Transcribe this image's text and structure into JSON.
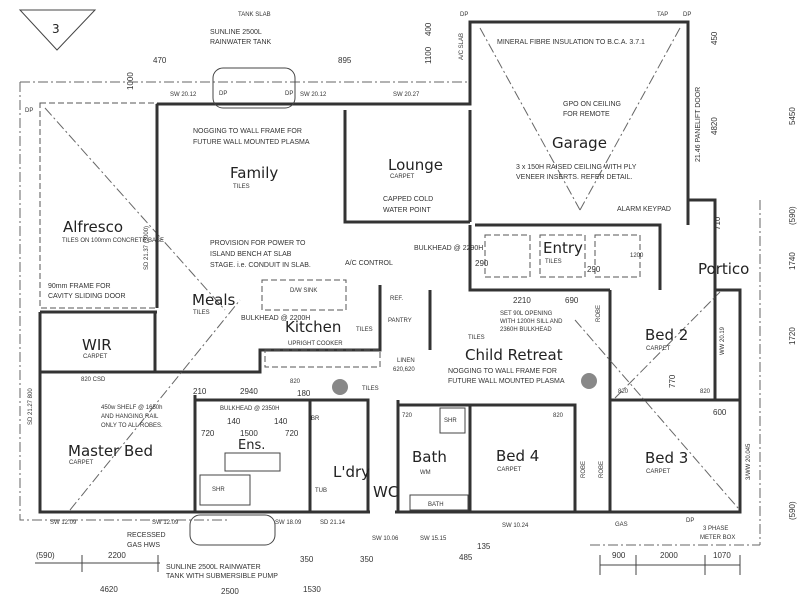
{
  "plan": {
    "section_marker": "3",
    "rooms": {
      "family": {
        "name": "Family",
        "finish": "TILES"
      },
      "lounge": {
        "name": "Lounge",
        "finish": "CARPET"
      },
      "garage": {
        "name": "Garage"
      },
      "alfresco": {
        "name": "Alfresco",
        "finish": "TILES ON 100mm CONCRETE BASE"
      },
      "entry": {
        "name": "Entry",
        "finish": "TILES"
      },
      "portico": {
        "name": "Portico"
      },
      "meals": {
        "name": "Meals",
        "finish": "TILES"
      },
      "kitchen": {
        "name": "Kitchen",
        "finish": "TILES"
      },
      "wir": {
        "name": "WIR",
        "finish": "CARPET"
      },
      "master_bed": {
        "name": "Master Bed",
        "finish": "CARPET"
      },
      "ensuite": {
        "name": "Ens."
      },
      "laundry": {
        "name": "L'dry"
      },
      "wc": {
        "name": "WC"
      },
      "bath": {
        "name": "Bath"
      },
      "child_retreat": {
        "name": "Child Retreat",
        "finish": "TILES"
      },
      "bed2": {
        "name": "Bed 2",
        "finish": "CARPET"
      },
      "bed3": {
        "name": "Bed 3",
        "finish": "CARPET"
      },
      "bed4": {
        "name": "Bed 4",
        "finish": "CARPET"
      }
    },
    "notes": {
      "tank_slab": "TANK SLAB",
      "tank_top_1": "SUNLINE 2500L",
      "tank_top_2": "RAINWATER TANK",
      "nogging_1": "NOGGING TO WALL FRAME FOR",
      "nogging_2": "FUTURE WALL MOUNTED PLASMA",
      "insulation": "MINERAL FIBRE INSULATION TO B.C.A. 3.7.1",
      "gpo_1": "GPO ON CEILING",
      "gpo_2": "FOR REMOTE",
      "raised_1": "3 x 150H RAISED CEILING WITH PLY",
      "raised_2": "VENEER INSERTS. REFER DETAIL.",
      "alarm": "ALARM KEYPAD",
      "panelift": "21.46 PANELIFT DOOR",
      "capped_1": "CAPPED COLD",
      "capped_2": "WATER POINT",
      "bulkhead_2290": "BULKHEAD @ 2290H",
      "ac_control": "A/C CONTROL",
      "provision_1": "PROVISION FOR POWER TO",
      "provision_2": "ISLAND BENCH AT SLAB",
      "provision_3": "STAGE. i.e. CONDUIT IN SLAB.",
      "frame_1": "90mm FRAME FOR",
      "frame_2": "CAVITY SLIDING DOOR",
      "bulkhead_2200": "BULKHEAD @ 2200H",
      "dw_sink": "D/W  SINK",
      "upright": "UPRIGHT COOKER",
      "ref": "REF.",
      "pantry": "PANTRY",
      "linen": "LINEN",
      "linen_size": "620,620",
      "tiles": "TILES",
      "csd": "820 CSD",
      "shelf_1": "450w SHELF @ 1650h",
      "shelf_2": "AND HANGING RAIL",
      "shelf_3": "ONLY TO ALL ROBES.",
      "bulkhead_ens": "BULKHEAD @ 2350H",
      "opening_1": "SET 90L OPENING",
      "opening_2": "WITH 1200H SILL AND",
      "opening_3": "2360H BULKHEAD",
      "recessed_1": "RECESSED",
      "recessed_2": "GAS HWS",
      "tank_bottom_1": "SUNLINE 2500L RAINWATER",
      "tank_bottom_2": "TANK WITH SUBMERSIBLE PUMP",
      "meter_1": "3 PHASE",
      "meter_2": "METER BOX",
      "gas": "GAS",
      "robe": "ROBE",
      "bath_fixture": "BATH",
      "shr": "SHR",
      "br": "BR",
      "wm": "WM",
      "tub": "TUB",
      "ac_slab": "A/C SLAB",
      "dp": "DP",
      "tap": "TAP"
    },
    "levels": {
      "sw_2012a": "SW 20.12",
      "sw_2012b": "SW 20.12",
      "sw_2027": "SW 20.27",
      "sw_1209a": "SW 12.09",
      "sw_1209b": "SW 12.09",
      "sw_1809": "SW 18.09",
      "sd_2114": "SD 21.14",
      "sw_1006": "SW 10.06",
      "sw_1515": "SW 15.15",
      "sw_1024": "SW 10.24",
      "sd_2137": "SD 21.37 (3000)",
      "sd_2127": "SD 21.27 800",
      "vw_2045": "3/WW 20.045",
      "ww_2019": "WW 20.19"
    },
    "dims": {
      "d470": "470",
      "d895": "895",
      "d1000": "1000",
      "d1100": "1100",
      "d400": "400",
      "d5450": "5450",
      "d4820": "4820",
      "d450": "450",
      "d710": "710",
      "d1740": "1740",
      "d1720": "1720",
      "d590": "(590)",
      "d290a": "290",
      "d290b": "290",
      "d1200": "1200",
      "d2210": "2210",
      "d690": "690",
      "d720": "720",
      "d820": "820",
      "d210": "210",
      "d2940": "2940",
      "d140": "140",
      "d1500": "1500",
      "d180": "180",
      "d600": "600",
      "d770": "770",
      "d590b": "(590)",
      "d2200": "2200",
      "d4620": "4620",
      "d2500": "2500",
      "d350": "350",
      "d1530": "1530",
      "d485": "485",
      "d135": "135",
      "d900": "900",
      "d2000": "2000",
      "d1070": "1070"
    }
  }
}
